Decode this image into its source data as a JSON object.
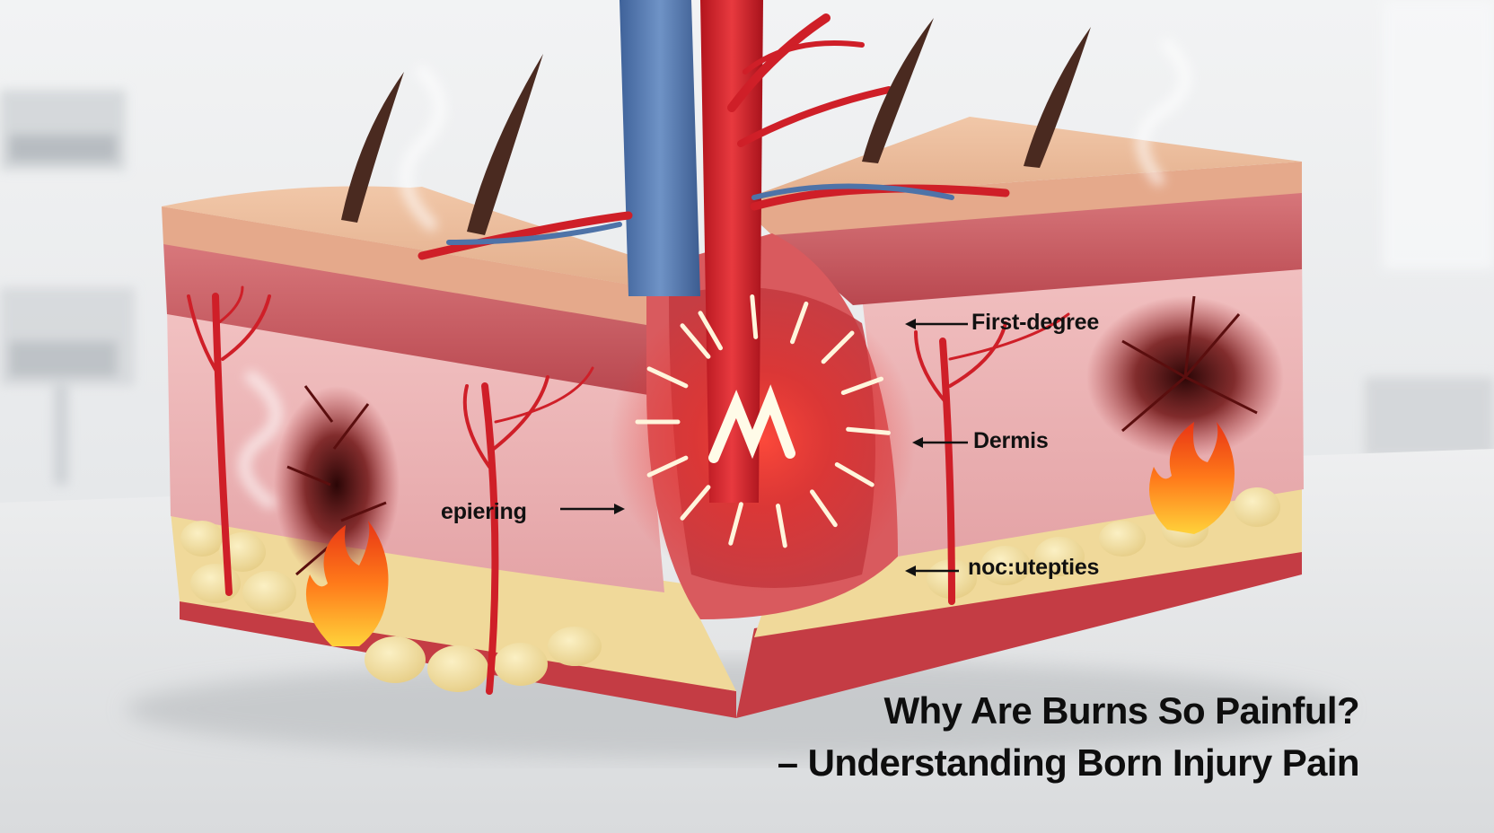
{
  "title": {
    "line1": "Why Are Burns So Painful?",
    "line2": "– Understanding Born Injury Pain"
  },
  "labels": {
    "first_degree": "First-degree",
    "dermis": "Dermis",
    "epiering": "epiering",
    "nociceptors": "noc:utepties"
  },
  "colors": {
    "epidermis": "#e9b898",
    "dermis": "#e8aeb0",
    "muscle": "#c65a60",
    "fat": "#f1dfa2",
    "artery": "#d4202a",
    "vein": "#4e73a8",
    "pain_glow": "#ff3a3a",
    "flame": "#ff7a1a"
  },
  "icons": [
    "hair-follicle-icon",
    "smoke-icon",
    "flame-icon",
    "pain-burst-icon",
    "arrow-icon"
  ]
}
